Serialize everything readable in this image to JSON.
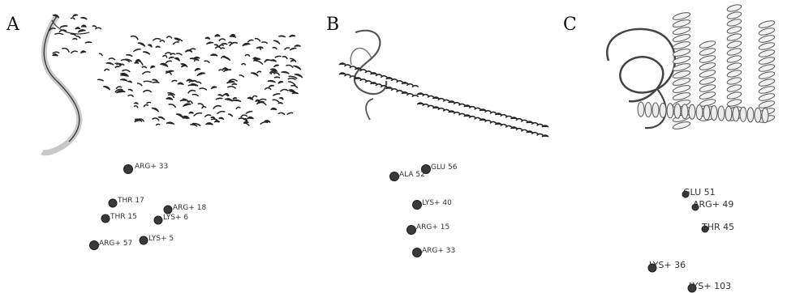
{
  "panels": [
    {
      "letter": "A",
      "residues": [
        "ARG+ 33",
        "THR 17",
        "THR 15",
        "ARG+ 18",
        "LYS+ 6",
        "ARG+ 57",
        "LYS+ 5"
      ]
    },
    {
      "letter": "B",
      "residues": [
        "ALA 52",
        "GLU 56",
        "LYS+ 40",
        "ARG+ 15",
        "ARG+ 33"
      ]
    },
    {
      "letter": "C",
      "residues": [
        "GLU 51",
        "ARG+ 49",
        "THR 45",
        "LYS+ 36",
        "LYS+ 103"
      ]
    }
  ]
}
